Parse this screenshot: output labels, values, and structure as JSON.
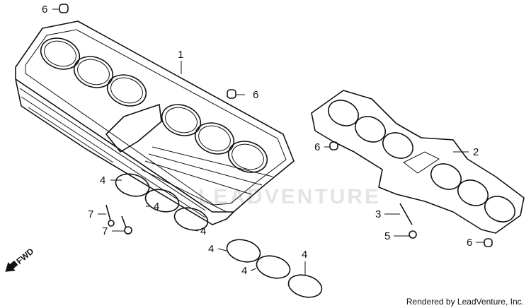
{
  "watermark": "LEADVENTURE",
  "fwd_label": "FWD",
  "credit": "Rendered by LeadVenture, Inc.",
  "callouts": {
    "c1": "1",
    "c2": "2",
    "c3": "3",
    "c4a": "4",
    "c4b": "4",
    "c4c": "4",
    "c4d": "4",
    "c4e": "4",
    "c4f": "4",
    "c5": "5",
    "c6a": "6",
    "c6b": "6",
    "c6c": "6",
    "c6d": "6",
    "c7a": "7",
    "c7b": "7"
  }
}
